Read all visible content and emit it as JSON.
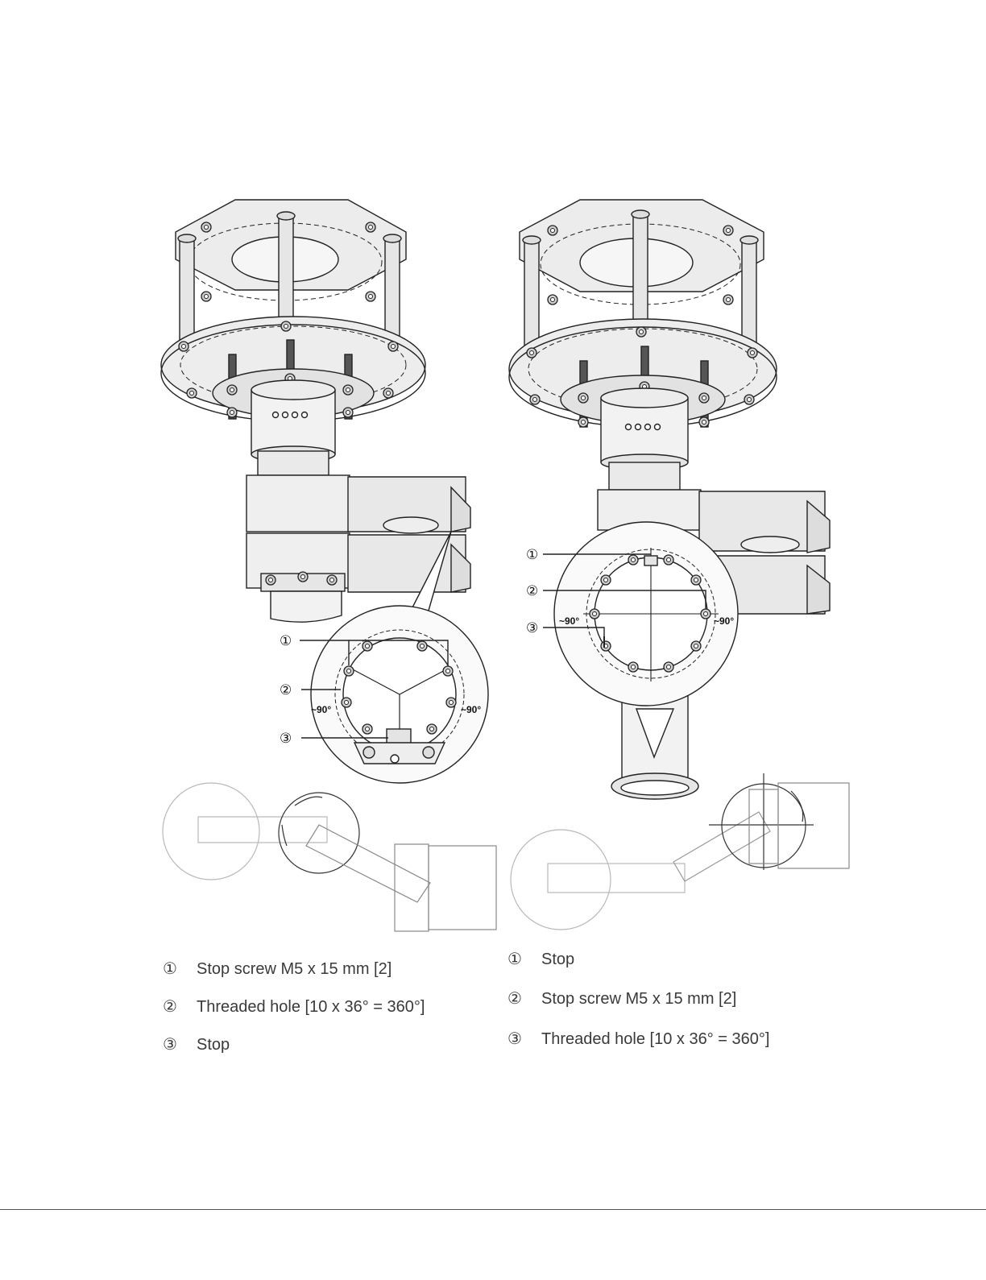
{
  "markers": [
    "①",
    "②",
    "③"
  ],
  "diagram_labels": {
    "angle": "~90°"
  },
  "left_legend": [
    {
      "marker": "①",
      "text": "Stop screw M5 x 15 mm [2]"
    },
    {
      "marker": "②",
      "text": "Threaded hole [10 x 36° = 360°]"
    },
    {
      "marker": "③",
      "text": "Stop"
    }
  ],
  "right_legend": [
    {
      "marker": "①",
      "text": "Stop"
    },
    {
      "marker": "②",
      "text": "Stop screw M5 x 15 mm [2]"
    },
    {
      "marker": "③",
      "text": "Threaded hole [10 x 36° = 360°]"
    }
  ],
  "colors": {
    "line": "#222222",
    "fill": "#ececec",
    "faint": "#b8b8b8",
    "rule": "#3d5a7a"
  }
}
